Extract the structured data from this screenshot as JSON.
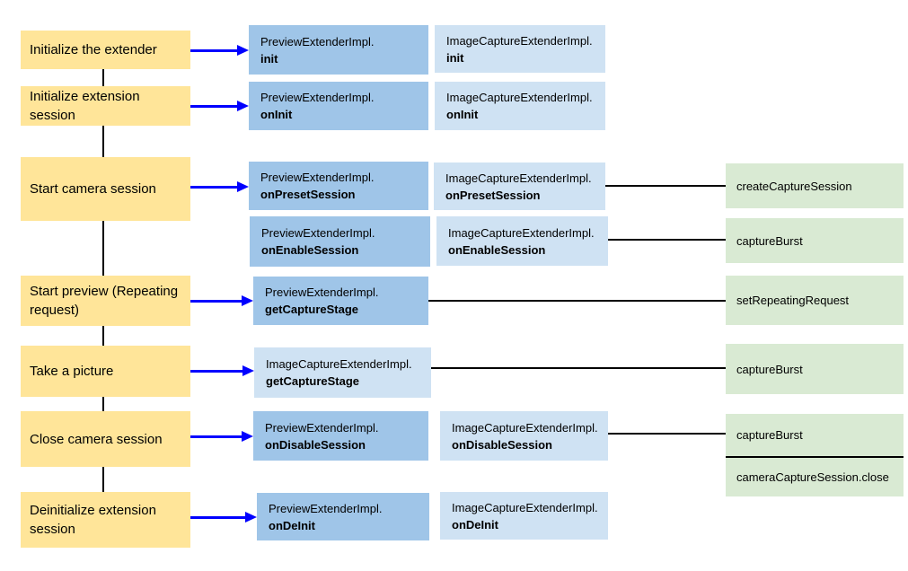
{
  "colors": {
    "app_step_fill": "#ffe599",
    "preview_extender_fill": "#9fc5e8",
    "image_capture_extender_fill": "#cfe2f3",
    "camera2_fill": "#d9ead3",
    "arrow": "#0000ff",
    "connector": "#000000",
    "background": "#ffffff",
    "text": "#000000"
  },
  "app_steps": [
    {
      "label": "Initialize the extender"
    },
    {
      "label": "Initialize extension session"
    },
    {
      "label": "Start camera session"
    },
    {
      "label": "Start preview (Repeating request)"
    },
    {
      "label": "Take a picture"
    },
    {
      "label": "Close camera session"
    },
    {
      "label": "Deinitialize extension session"
    }
  ],
  "preview_extender_boxes": [
    {
      "class_line": "PreviewExtenderImpl.",
      "method": "init"
    },
    {
      "class_line": "PreviewExtenderImpl.",
      "method": "onInit"
    },
    {
      "class_line": "PreviewExtenderImpl.",
      "method": "onPresetSession"
    },
    {
      "class_line": "PreviewExtenderImpl.",
      "method": "onEnableSession"
    },
    {
      "class_line": "PreviewExtenderImpl.",
      "method": "getCaptureStage"
    },
    {
      "class_line": "PreviewExtenderImpl.",
      "method": "onDisableSession"
    },
    {
      "class_line": "PreviewExtenderImpl.",
      "method": "onDeInit"
    }
  ],
  "image_capture_extender_boxes": [
    {
      "class_line": "ImageCaptureExtenderImpl.",
      "method": "init"
    },
    {
      "class_line": "ImageCaptureExtenderImpl.",
      "method": "onInit"
    },
    {
      "class_line": "ImageCaptureExtenderImpl.",
      "method": "onPresetSession"
    },
    {
      "class_line": "ImageCaptureExtenderImpl.",
      "method": "onEnableSession"
    },
    {
      "class_line": "ImageCaptureExtenderImpl.",
      "method": "getCaptureStage"
    },
    {
      "class_line": "ImageCaptureExtenderImpl.",
      "method": "onDisableSession"
    },
    {
      "class_line": "ImageCaptureExtenderImpl.",
      "method": "onDeInit"
    }
  ],
  "camera2_calls": [
    {
      "label": "createCaptureSession"
    },
    {
      "label": "captureBurst"
    },
    {
      "label": "setRepeatingRequest"
    },
    {
      "label": "captureBurst"
    },
    {
      "label": "captureBurst"
    },
    {
      "label": "cameraCaptureSession.close"
    }
  ]
}
